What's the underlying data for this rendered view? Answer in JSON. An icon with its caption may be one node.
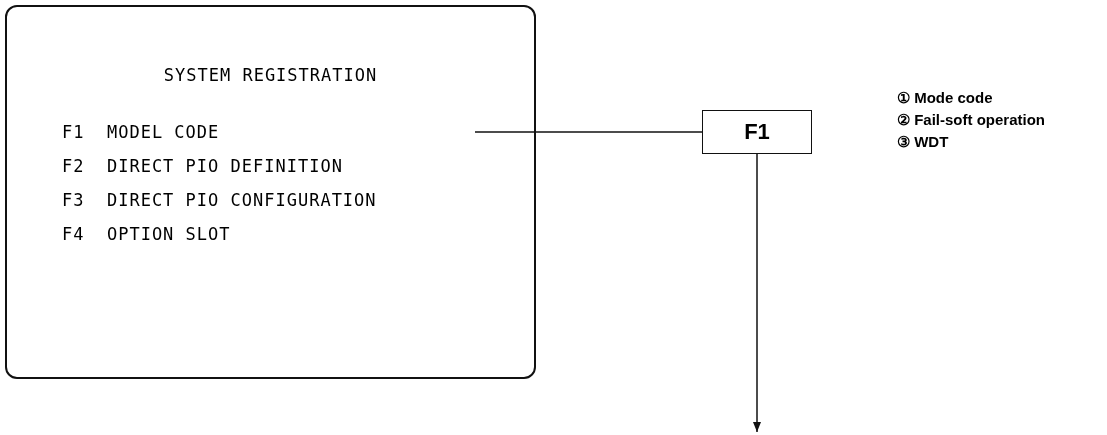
{
  "diagram": {
    "nodes": [
      {
        "text": [
          "SYSTEM REGISTRATION"
        ]
      },
      {
        "text": [
          "F1  MODEL CODE"
        ],
        "in": 0
      },
      {
        "text": [
          "F2  DIRECT PIO DEFINITION"
        ],
        "in": 0
      },
      {
        "text": [
          "F3  DIRECT PIO CONFIGURATION"
        ],
        "in": 0
      },
      {
        "text": [
          "F4  OPTION SLOT"
        ],
        "in": 0
      },
      {
        "text": [
          "F1"
        ],
        "beside": [
          "① Mode code",
          "② Fail-soft operation",
          "③ WDT"
        ]
      }
    ],
    "edges": [
      {
        "from": 0,
        "to": 5,
        "arrow": "none"
      },
      {
        "from": 5,
        "to": null,
        "arrow": "to"
      }
    ]
  }
}
